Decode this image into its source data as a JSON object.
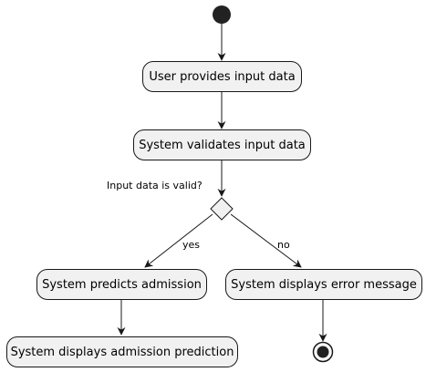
{
  "activities": {
    "provide_input": "User provides input data",
    "validate_input": "System validates input data",
    "predict_admission": "System predicts admission",
    "display_error": "System displays error message",
    "display_prediction": "System displays admission prediction"
  },
  "decision": {
    "question": "Input data is valid?",
    "yes_label": "yes",
    "no_label": "no"
  },
  "colors": {
    "node_fill": "#f1f1f1",
    "stroke": "#181818",
    "start_fill": "#222222"
  }
}
